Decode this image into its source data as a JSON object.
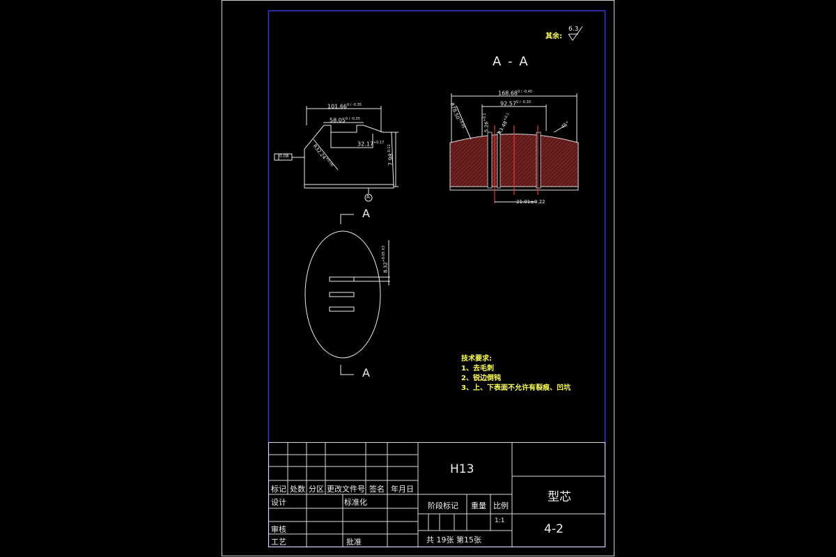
{
  "surface_finish": {
    "label": "其余:",
    "value": "6.3"
  },
  "section": {
    "title": "A - A",
    "cut_label": "A",
    "cut_label_bottom": "A"
  },
  "left_view": {
    "dim_width": "101.66",
    "dim_width_tol": "0 / -0.35",
    "dim_slot": "58.05",
    "dim_slot_tol": "0 / -0.35",
    "dim_step": "32.17",
    "dim_step_tol": "+0.17",
    "dim_height": "7.98",
    "dim_height_tol": "-0.12",
    "dim_radius": "R32.24",
    "dim_radius_tol": "+0.08",
    "datum_box": "0.08",
    "datum_letter": "A"
  },
  "right_view": {
    "dim_total": "168.68",
    "dim_total_tol": "0 / -0.45",
    "dim_inner": "92.57",
    "dim_inner_tol": "0 / -0.30",
    "dim_r_left": "R78.50",
    "dim_r_left_tol": "+0.05",
    "dim_small": "5.26",
    "dim_small_tol": "+0.1",
    "dim_r_mid": "R3.48",
    "dim_r_mid_tol": "+0.1",
    "dim_angle": "45°",
    "dim_bottom": "21.01",
    "dim_bottom_tol": "±0.22"
  },
  "plan_view": {
    "dim_slot": "8.32",
    "dim_slot_tol": "+0.05 X3"
  },
  "tech_requirements": {
    "title": "技术要求:",
    "items": [
      "1、去毛刺",
      "2、锐边倒钝",
      "3、上、下表面不允许有裂痕、凹坑"
    ]
  },
  "title_block": {
    "headers": [
      "标记",
      "处数",
      "分区",
      "更改文件号",
      "签名",
      "年月日"
    ],
    "row_design": [
      "设计",
      "标准化"
    ],
    "row_review": "审核",
    "row_process": [
      "工艺",
      "批准"
    ],
    "material": "H13",
    "stage_label": "阶段标记",
    "weight_label": "重量",
    "scale_label": "比例",
    "scale_value": "1:1",
    "sheet_info": "共 19张 第15张",
    "part_name": "型芯",
    "drawing_no": "4-2"
  }
}
